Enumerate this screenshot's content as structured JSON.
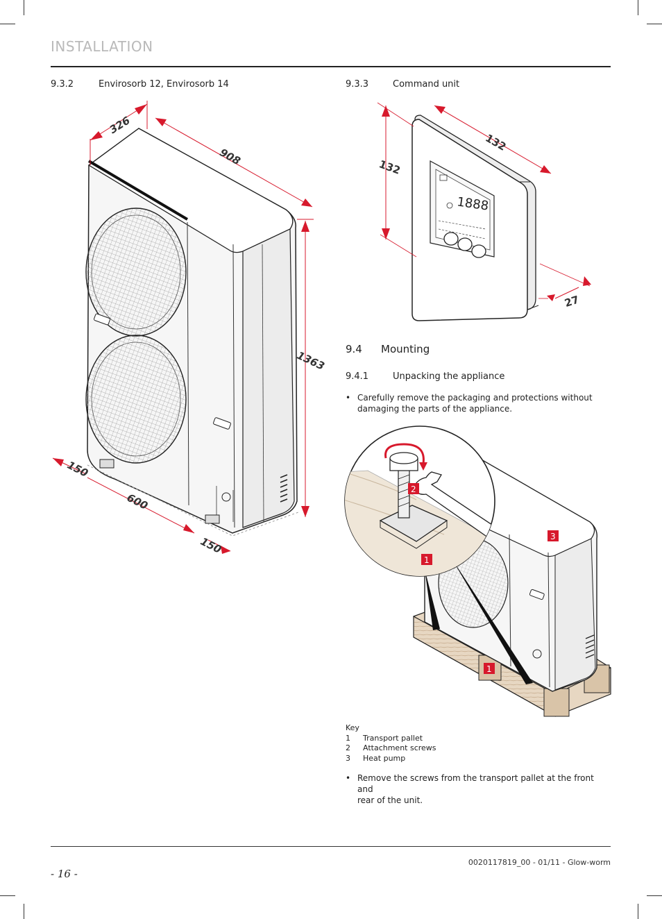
{
  "header": {
    "title": "INSTALLATION"
  },
  "left_section": {
    "number": "9.3.2",
    "title": "Envirosorb 12, Envirosorb 14"
  },
  "outdoor_unit_figure": {
    "dimensions": {
      "depth": "326",
      "width": "908",
      "height": "1363",
      "left_clearance": "150",
      "spacing": "600",
      "right_clearance": "150"
    },
    "accent_color": "#d7192c"
  },
  "right_section": {
    "number": "9.3.3",
    "title": "Command unit"
  },
  "command_unit_figure": {
    "dimensions": {
      "width": "132",
      "height": "132",
      "depth": "27"
    },
    "display_digits": "1888"
  },
  "mounting": {
    "number": "9.4",
    "title": "Mounting"
  },
  "unpacking": {
    "number": "9.4.1",
    "title": "Unpacking the appliance",
    "bullet1_line1": "Carefully remove the packaging and protections without",
    "bullet1_line2": "damaging the parts of the appliance.",
    "callouts": {
      "c1a": "1",
      "c1b": "1",
      "c2": "2",
      "c3": "3"
    }
  },
  "key": {
    "title": "Key",
    "items": [
      {
        "n": "1",
        "label": "Transport pallet"
      },
      {
        "n": "2",
        "label": "Attachment screws"
      },
      {
        "n": "3",
        "label": "Heat pump"
      }
    ]
  },
  "bullet2": {
    "line1": "Remove the screws from the transport pallet at the front and",
    "line2": "rear of the unit."
  },
  "footer": {
    "page": "- 16 -",
    "doc": "0020117819_00 - 01/11 - Glow-worm"
  }
}
